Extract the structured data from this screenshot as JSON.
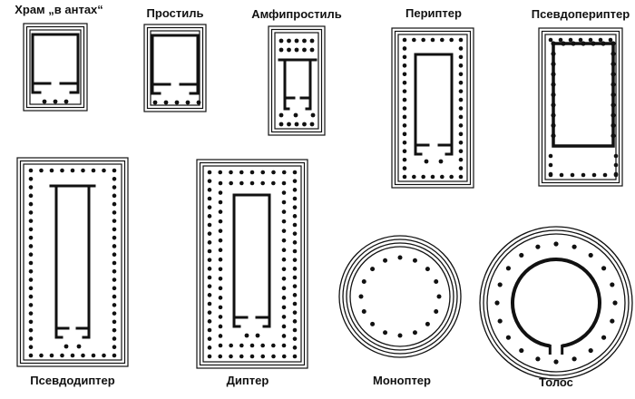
{
  "plans": [
    {
      "id": "antae",
      "label": "Храм „в антах“"
    },
    {
      "id": "prostyle",
      "label": "Простиль"
    },
    {
      "id": "amphiprostyle",
      "label": "Амфипростиль"
    },
    {
      "id": "peripteros",
      "label": "Периптер"
    },
    {
      "id": "pseudoperipteros",
      "label": "Псевдопериптер"
    },
    {
      "id": "pseudodipteros",
      "label": "Псевдодиптер"
    },
    {
      "id": "dipteros",
      "label": "Диптер"
    },
    {
      "id": "monopteros",
      "label": "Моноптер"
    },
    {
      "id": "tholos",
      "label": "Толос"
    }
  ]
}
